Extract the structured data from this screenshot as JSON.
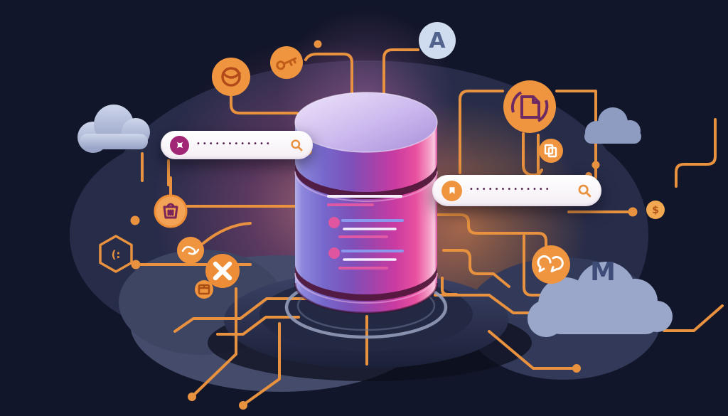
{
  "labels": {
    "node_a": "A",
    "node_m": "M",
    "currency": "$",
    "hex_glyph": "(:"
  },
  "search_bars": {
    "left": {
      "masked_value": "••••••••••••",
      "leading_icon": "sparkle-burst-icon",
      "trailing_icon": "search-icon"
    },
    "right": {
      "masked_value": "•••••••••••••",
      "leading_icon": "bookmark-icon",
      "trailing_icon": "search-icon"
    }
  },
  "icons": [
    "key-icon",
    "globe-sync-icon",
    "document-sync-icon",
    "document-copy-icon",
    "dollar-icon",
    "shopping-basket-icon",
    "hands-care-icon",
    "x-icon",
    "package-icon",
    "chat-bubbles-icon",
    "search-icon",
    "sparkle-burst-icon",
    "bookmark-icon",
    "hexagon-node-icon",
    "cloud-icon",
    "database-cylinder",
    "circuit-traces"
  ],
  "colors": {
    "background": "#12162a",
    "blob": "#272c49",
    "accent": "#f0953f",
    "line": "#e8913f",
    "magenta": "#a12776",
    "cloud_light": "#c3cce4",
    "cloud_right": "#8f9cc2",
    "cloud_m": "#9aa6ca",
    "letter": "#52638e",
    "platform": "#2b3150",
    "cylinder_left": "#7a6fd0",
    "cylinder_right": "#e8509f",
    "glow_pink": "#e06a9a",
    "glow_orange": "#f08a45",
    "pill": "#ffffff",
    "dots_text": "#4e1d4a"
  }
}
